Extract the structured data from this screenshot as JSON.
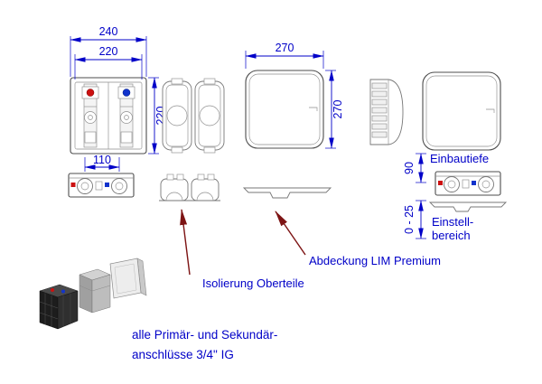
{
  "colors": {
    "dimension_blue": "#0000c8",
    "pointer_dark_red": "#7d1414",
    "drawing_gray": "#4d4d4d",
    "valve_red": "#cc1111",
    "valve_blue": "#1133cc",
    "background": "#ffffff"
  },
  "dimensions": {
    "outer_width": "240",
    "inner_width": "220",
    "box_height": "220",
    "valve_spacing": "110",
    "cover_width": "270",
    "cover_height": "270",
    "install_depth": "90",
    "adjust_range": "0 - 25"
  },
  "labels": {
    "einbautiefe": "Einbautiefe",
    "einstellbereich_line1": "Einstell-",
    "einstellbereich_line2": "bereich",
    "abdeckung": "Abdeckung LIM Premium",
    "isolierung": "Isolierung Oberteile"
  },
  "notes": {
    "line1": "alle Primär- und Sekundär-",
    "line2": "anschlüsse 3/4\" IG"
  }
}
